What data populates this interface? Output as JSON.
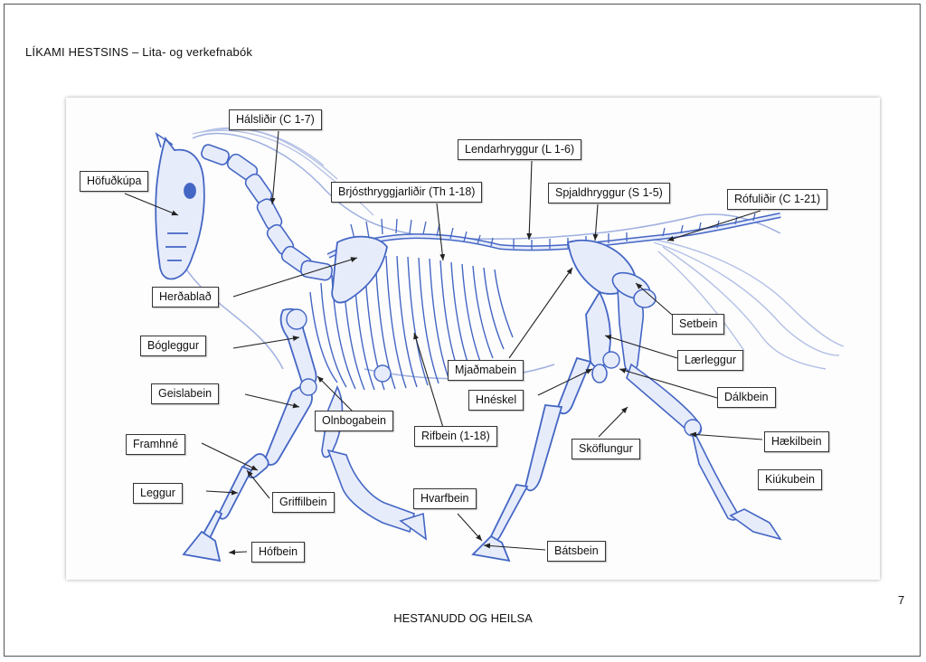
{
  "header": {
    "title": "LÍKAMI HESTSINS – Lita- og verkefnabók"
  },
  "footer": {
    "text": "HESTANUDD OG HEILSA",
    "page_number": "7"
  },
  "colors": {
    "bone_stroke": "#4466c4",
    "bone_fill": "#e7ecfb",
    "body_outline": "#9fb0e0"
  },
  "labels": {
    "halslidir": "Hálsliðir (C 1-7)",
    "hofudkupa": "Höfuðkúpa",
    "lendarhryggur": "Lendarhryggur (L 1-6)",
    "brjosthryggjarlidir": "Brjósthryggjarliðir (Th 1-18)",
    "spjaldhryggur": "Spjaldhryggur (S 1-5)",
    "rofulidir": "Rófuliðir (C 1-21)",
    "herdablad": "Herðablað",
    "setbein": "Setbein",
    "bogleggur": "Bógleggur",
    "laerleggur": "Lærleggur",
    "mjadmabein": "Mjaðmabein",
    "geislabein": "Geislabein",
    "hneskel": "Hnéskel",
    "dalkbein": "Dálkbein",
    "olnbogabein": "Olnbogabein",
    "rifbein": "Rifbein (1-18)",
    "framhne": "Framhné",
    "skoflungur": "Sköflungur",
    "haekilbein": "Hækilbein",
    "kiukubein": "Kiúkubein",
    "leggur": "Leggur",
    "griffilbein": "Griffilbein",
    "hvarfbein": "Hvarfbein",
    "hofbein": "Hófbein",
    "batsbein": "Bátsbein"
  }
}
